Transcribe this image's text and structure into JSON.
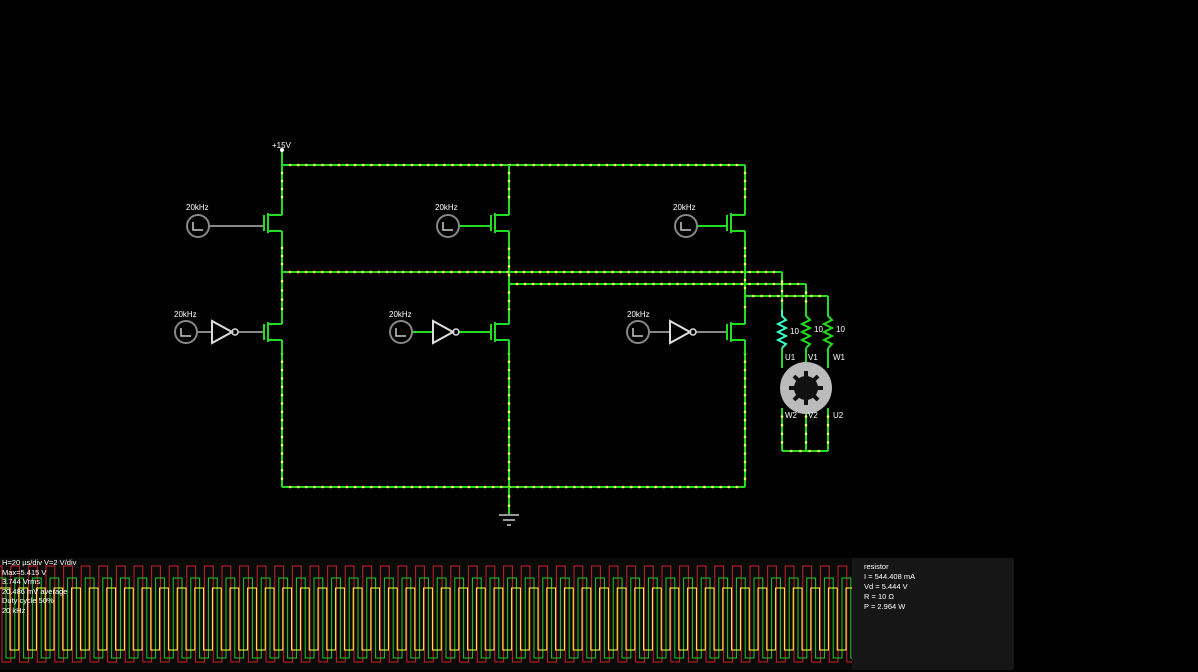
{
  "circuit": {
    "supply_label": "+15V",
    "sources": [
      {
        "label": "20kHz"
      },
      {
        "label": "20kHz"
      },
      {
        "label": "20kHz"
      },
      {
        "label": "20kHz"
      },
      {
        "label": "20kHz"
      },
      {
        "label": "20kHz"
      }
    ],
    "resistors": [
      {
        "label": "10"
      },
      {
        "label": "10"
      },
      {
        "label": "10"
      }
    ],
    "motor_terminals": {
      "u1": "U1",
      "v1": "V1",
      "w1": "W1",
      "w2": "W2",
      "v2": "V2",
      "u2": "U2"
    },
    "colors": {
      "wire_active": "#22dd22",
      "wire_dots": "#ffff66",
      "wire_idle": "#888888",
      "resistor_active": "#33ffcc",
      "background": "#000000"
    }
  },
  "scope": {
    "lines": [
      "H=20 µs/div V=2 V/div",
      "Max=5.415 V",
      "3.744 Vrms",
      "20.486 mV average",
      "Duty cycle 50%",
      "20 kHz"
    ],
    "trace_colors": [
      "#22cc22",
      "#cc2222",
      "#ffff44"
    ]
  },
  "element_info": {
    "lines": [
      "resistor",
      "I = 544.408 mA",
      "Vd = 5.444 V",
      "R = 10 Ω",
      "P = 2.964 W"
    ]
  }
}
